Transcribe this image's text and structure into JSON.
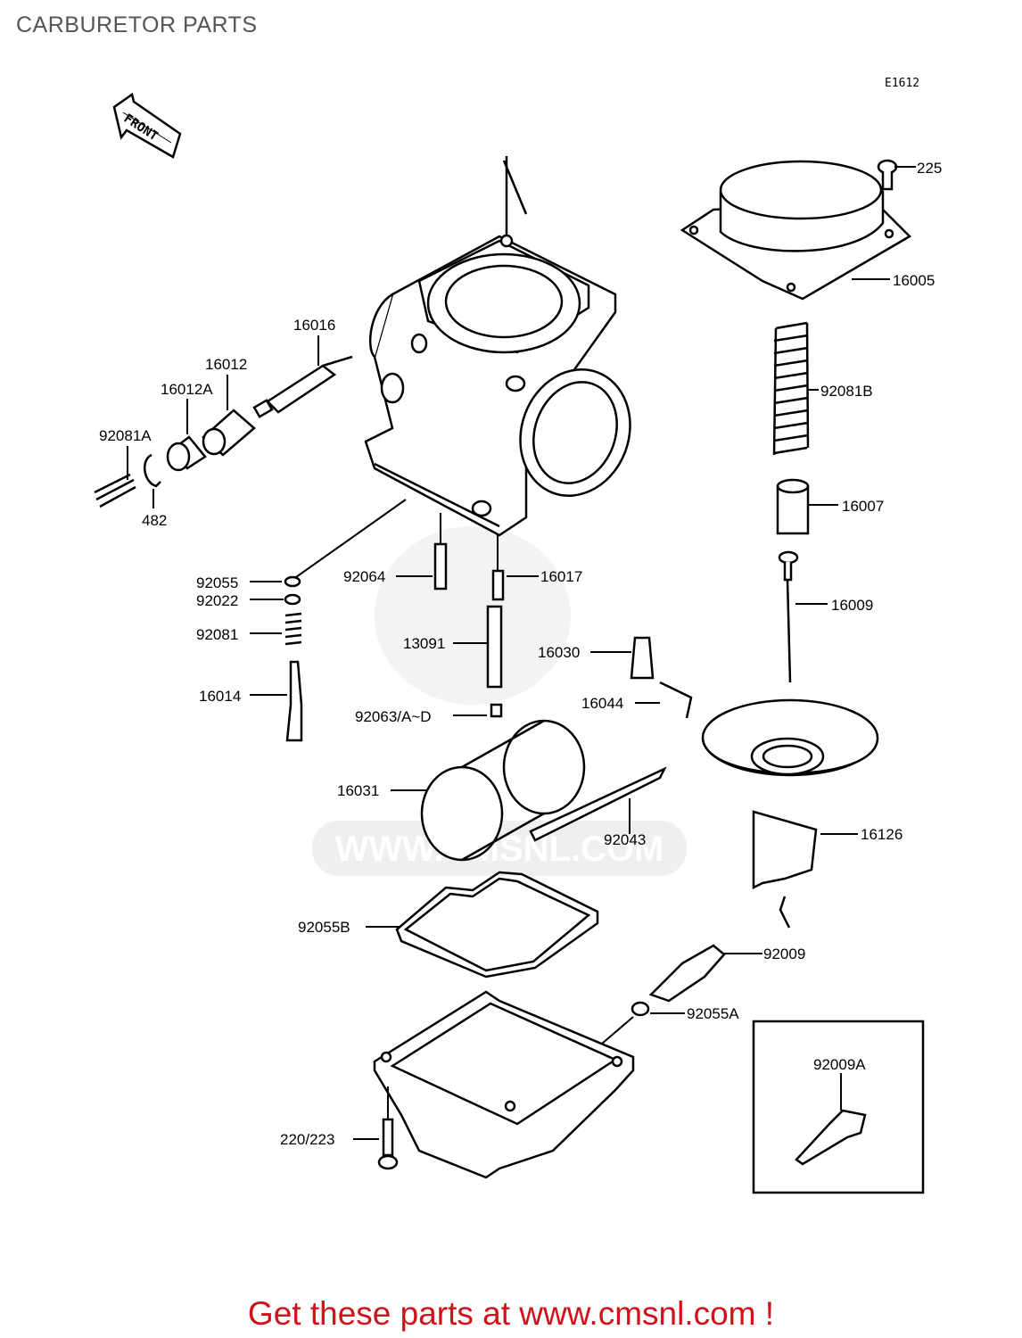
{
  "page": {
    "title": "CARBURETOR PARTS",
    "diagram_code": "E1612"
  },
  "front_arrow": {
    "label": "FRONT"
  },
  "watermark": {
    "text": "WWW.CMSNL.COM",
    "color": "#e4e4e4"
  },
  "footer": {
    "text": "Get these parts at www.cmsnl.com !",
    "color": "#d2121a"
  },
  "parts": {
    "p225": "225",
    "p16005": "16005",
    "p92081B": "92081B",
    "p16007": "16007",
    "p16009": "16009",
    "p16126": "16126",
    "p92009": "92009",
    "p92055A": "92055A",
    "p92009A": "92009A",
    "p16016": "16016",
    "p16012": "16012",
    "p16012A": "16012A",
    "p92081A": "92081A",
    "p482": "482",
    "p92055": "92055",
    "p92022": "92022",
    "p92081": "92081",
    "p16014": "16014",
    "p92064": "92064",
    "p16017": "16017",
    "p13091": "13091",
    "p16030": "16030",
    "p16044": "16044",
    "p92063": "92063/A~D",
    "p16031": "16031",
    "p92043": "92043",
    "p92055B": "92055B",
    "p220": "220/223"
  }
}
